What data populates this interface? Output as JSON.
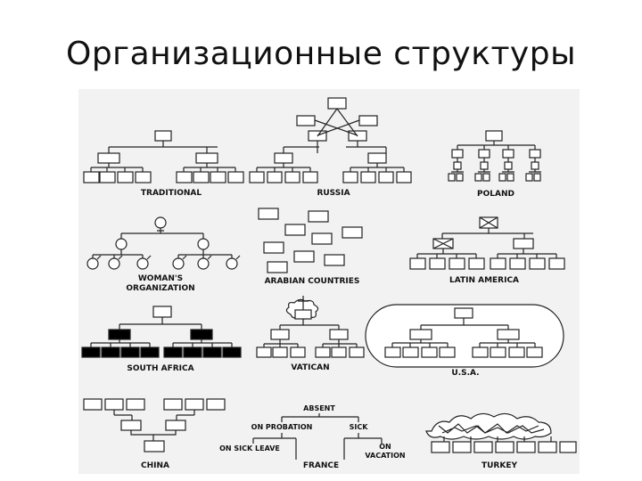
{
  "title": "Организационные структуры",
  "panels": [
    {
      "id": "traditional",
      "labels": [
        "TRADITIONAL"
      ]
    },
    {
      "id": "russia",
      "labels": [
        "RUSSIA"
      ]
    },
    {
      "id": "poland",
      "labels": [
        "POLAND"
      ]
    },
    {
      "id": "womens-organization",
      "labels": [
        "WOMAN'S",
        "ORGANIZATION"
      ]
    },
    {
      "id": "arabian-countries",
      "labels": [
        "ARABIAN COUNTRIES"
      ]
    },
    {
      "id": "latin-america",
      "labels": [
        "LATIN AMERICA"
      ]
    },
    {
      "id": "south-africa",
      "labels": [
        "SOUTH AFRICA"
      ]
    },
    {
      "id": "vatican",
      "labels": [
        "VATICAN"
      ]
    },
    {
      "id": "usa",
      "labels": [
        "U.S.A."
      ]
    },
    {
      "id": "china",
      "labels": [
        "CHINA"
      ]
    },
    {
      "id": "france",
      "labels": [
        "FRANCE"
      ]
    },
    {
      "id": "turkey",
      "labels": [
        "TURKEY"
      ]
    }
  ],
  "france_nodes": {
    "absent": "ABSENT",
    "on_probation": "ON PROBATION",
    "sick": "SICK",
    "on_sick_leave": "ON SICK LEAVE",
    "on_vacation_1": "ON",
    "on_vacation_2": "VACATION"
  },
  "colors": {
    "line": "#222222",
    "box_fill": "#ffffff",
    "solid_box": "#000000",
    "background": "#f2f2f2"
  }
}
